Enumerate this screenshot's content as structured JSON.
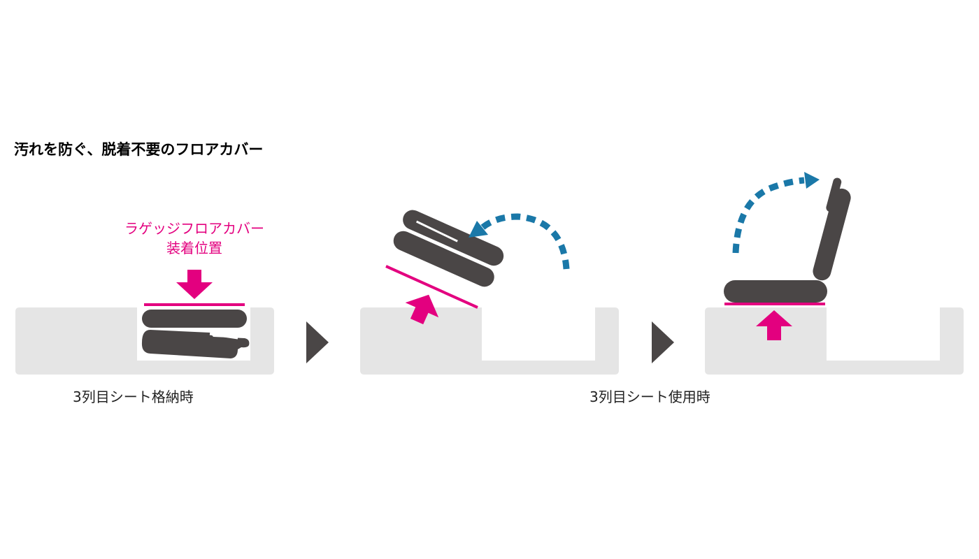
{
  "title": "汚れを防ぐ、脱着不要のフロアカバー",
  "callout": {
    "line1": "ラゲッジフロアカバー",
    "line2": "装着位置"
  },
  "labels": {
    "stored": "3列目シート格納時",
    "in_use": "3列目シート使用時"
  },
  "colors": {
    "floor": "#e5e5e5",
    "seat": "#4a4646",
    "cover": "#e3007f",
    "motion": "#1a78a8",
    "step_arrow": "#4a4646"
  }
}
